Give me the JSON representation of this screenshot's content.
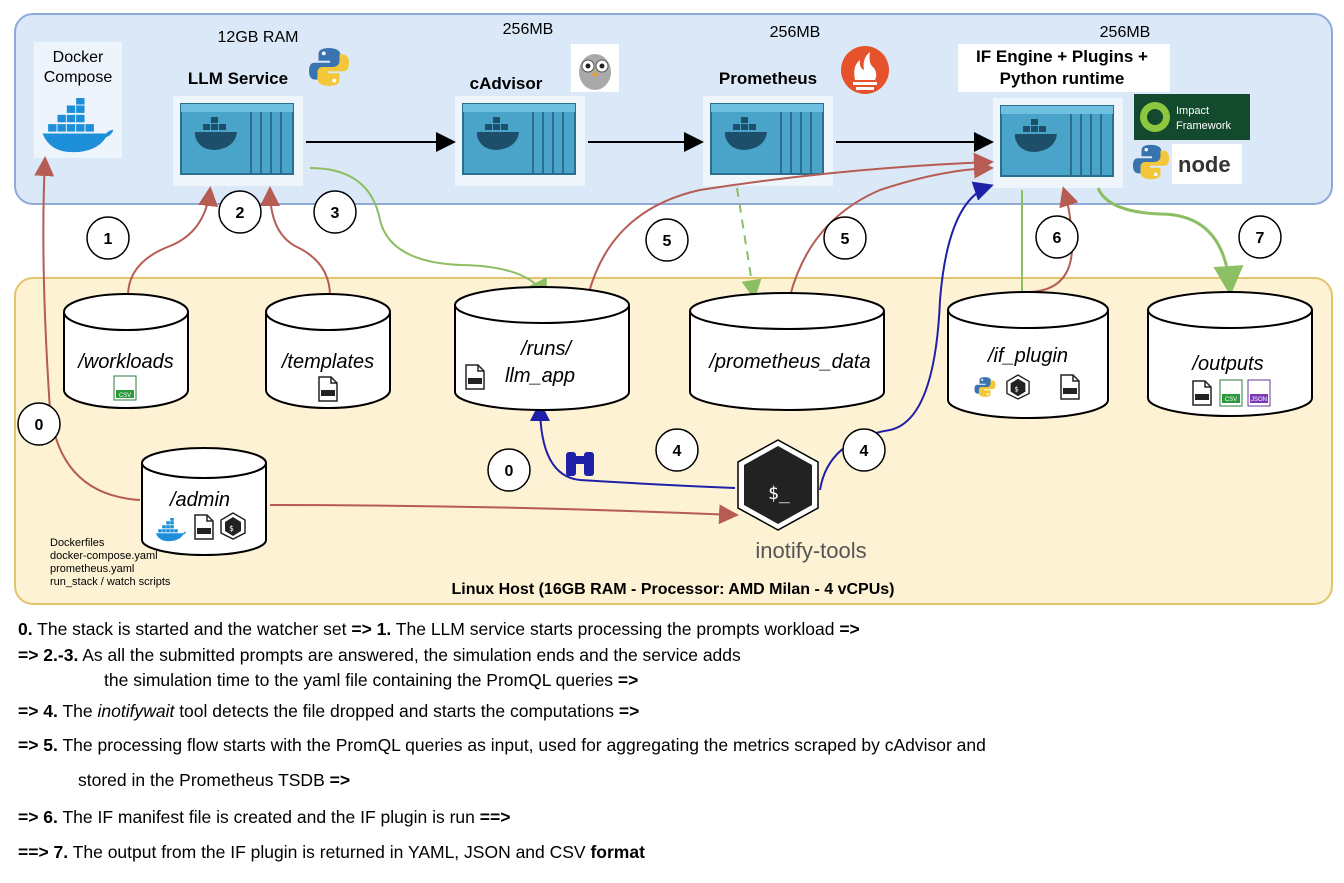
{
  "containers": {
    "docker_compose": {
      "label_line1": "Docker",
      "label_line2": "Compose"
    },
    "llm": {
      "label": "LLM Service",
      "mem": "12GB RAM"
    },
    "cadvisor": {
      "label": "cAdvisor",
      "mem": "256MB"
    },
    "prometheus": {
      "label": "Prometheus",
      "mem": "256MB"
    },
    "if_engine": {
      "label_line1": "IF Engine + Plugins +",
      "label_line2": "Python runtime",
      "mem": "256MB"
    }
  },
  "logos": {
    "impact_framework": {
      "line1": "Impact",
      "line2": "Framework"
    },
    "node": "node"
  },
  "volumes": {
    "workloads": {
      "label": "/workloads",
      "icons": [
        "CSV"
      ]
    },
    "templates": {
      "label": "/templates",
      "icons": [
        "YAML"
      ]
    },
    "runs": {
      "label_line1": "/runs/",
      "label_line2": "llm_app",
      "icons": [
        "YAML"
      ]
    },
    "prometheus_data": {
      "label": "/prometheus_data"
    },
    "if_plugin": {
      "label": "/if_plugin",
      "icons": [
        "python",
        "shell",
        "YAML"
      ]
    },
    "outputs": {
      "label": "/outputs",
      "icons": [
        "YAML",
        "CSV",
        "JSON"
      ]
    },
    "admin": {
      "label": "/admin",
      "icons": [
        "docker",
        "YAML",
        "shell"
      ]
    }
  },
  "admin_files": [
    "Dockerfiles",
    "docker-compose.yaml",
    "prometheus.yaml",
    "run_stack / watch scripts"
  ],
  "inotify": {
    "label": "inotify-tools",
    "prompt": "$_"
  },
  "host_label": "Linux Host (16GB RAM - Processor: AMD Milan - 4 vCPUs)",
  "step_badges": [
    "1",
    "2",
    "3",
    "5",
    "5",
    "6",
    "7",
    "0",
    "0",
    "4",
    "4"
  ],
  "colors": {
    "top_band_fill": "#dbe8f7",
    "top_band_stroke": "#8eaad8",
    "host_fill": "#fdf2d4",
    "host_stroke": "#e3c46d",
    "arrow_red": "#b65c53",
    "arrow_green": "#8cbf63",
    "arrow_blue": "#1e20a8",
    "container_blue": "#4aa3c9"
  },
  "notes": [
    {
      "id": "n0",
      "num": "0.",
      "text": " The stack is started and the watcher set  ",
      "bold_tail": "=> 1.",
      "text2": " The LLM service starts processing the prompts workload ",
      "bold_end": "=>"
    },
    {
      "id": "n1",
      "num": "=> 2.-3.",
      "text": " As all the submitted prompts are answered, the simulation ends and the service adds"
    },
    {
      "id": "n1b",
      "text": "the simulation time to the yaml file containing the PromQL queries ",
      "bold_end": "=>"
    },
    {
      "id": "n2",
      "num": "=> 4.",
      "text": " The ",
      "italic": "inotifywait",
      "text2": " tool detects the file dropped and starts the computations ",
      "bold_end": "=>"
    },
    {
      "id": "n3",
      "num": "=> 5.",
      "text": " The processing flow starts with the PromQL queries as input, used for aggregating the metrics scraped by cAdvisor and"
    },
    {
      "id": "n3b",
      "text": "stored in the Prometheus TSDB ",
      "bold_end": "=>"
    },
    {
      "id": "n4",
      "num": " => 6.",
      "text": " The IF manifest file is created and the IF plugin is run ",
      "bold_end": "==>"
    },
    {
      "id": "n5",
      "num": "==> 7.",
      "text": " The output from the IF plugin is returned in YAML, JSON and CSV ",
      "bold_end": "format"
    }
  ]
}
